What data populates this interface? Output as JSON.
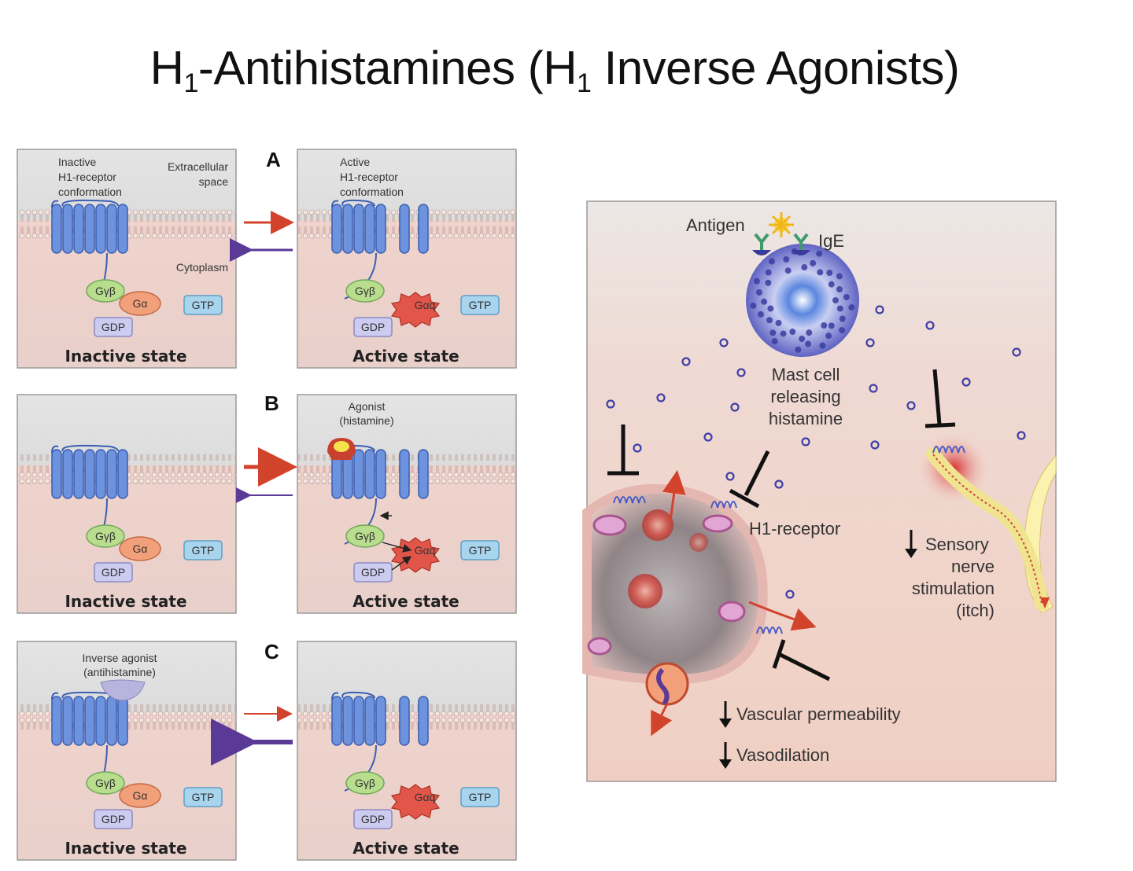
{
  "title": {
    "main": "H",
    "sub1": "1",
    "mid": "-Antihistamines (H",
    "sub2": "1",
    "end": " Inverse Agonists)"
  },
  "panels": {
    "A": {
      "letter": "A",
      "left_label_1": "Inactive",
      "left_label_2": "H1-receptor",
      "left_label_3": "conformation",
      "extra_1": "Extracellular",
      "extra_2": "space",
      "cytoplasm": "Cytoplasm",
      "right_label_1": "Active",
      "right_label_2": "H1-receptor",
      "right_label_3": "conformation"
    },
    "B": {
      "letter": "B",
      "agonist_1": "Agonist",
      "agonist_2": "(histamine)"
    },
    "C": {
      "letter": "C",
      "inverse_1": "Inverse agonist",
      "inverse_2": "(antihistamine)"
    },
    "common": {
      "inactive_state": "Inactive state",
      "active_state": "Active state",
      "gbeta": "Gγβ",
      "galpha": "Gα",
      "galphaq": "Gαq",
      "gtp": "GTP",
      "gdp": "GDP"
    }
  },
  "right_panel": {
    "antigen": "Antigen",
    "ige": "IgE",
    "mast_1": "Mast cell",
    "mast_2": "releasing",
    "mast_3": "histamine",
    "h1_receptor": "H1-receptor",
    "sensory_1": "Sensory",
    "sensory_2": "nerve",
    "sensory_3": "stimulation",
    "sensory_4": "(itch)",
    "vascular": "Vascular permeability",
    "vasodilation": "Vasodilation"
  },
  "colors": {
    "receptor": "#5b84d6",
    "arrow_red": "#d2432c",
    "arrow_purple": "#5a3a96",
    "membrane": "#f2d8d2",
    "cytoplasm_bg": "#eddad5",
    "gbeta_fill": "#b6d98a",
    "galpha_fill": "#f2a07a",
    "gtp_fill": "#9fd0ea",
    "gdp_fill": "#c8c8ee",
    "histamine_dot": "#4a4ab0"
  }
}
